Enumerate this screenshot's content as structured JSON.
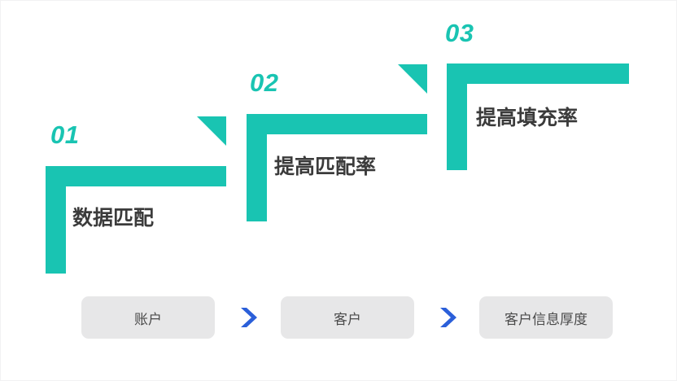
{
  "theme": {
    "accent": "#19c4b2",
    "chip_bg": "#e7e7e8",
    "chip_text": "#4a4a4a",
    "caption_text": "#3b3b3b",
    "arrow_color": "#2b5fd9",
    "background": "#ffffff"
  },
  "steps": [
    {
      "number": "01",
      "title": "数据匹配"
    },
    {
      "number": "02",
      "title": "提高匹配率"
    },
    {
      "number": "03",
      "title": "提高填充率"
    }
  ],
  "flow": {
    "chips": [
      {
        "label": "账户"
      },
      {
        "label": "客户"
      },
      {
        "label": "客户信息厚度"
      }
    ],
    "separator_icon": "chevron-right-icon"
  }
}
